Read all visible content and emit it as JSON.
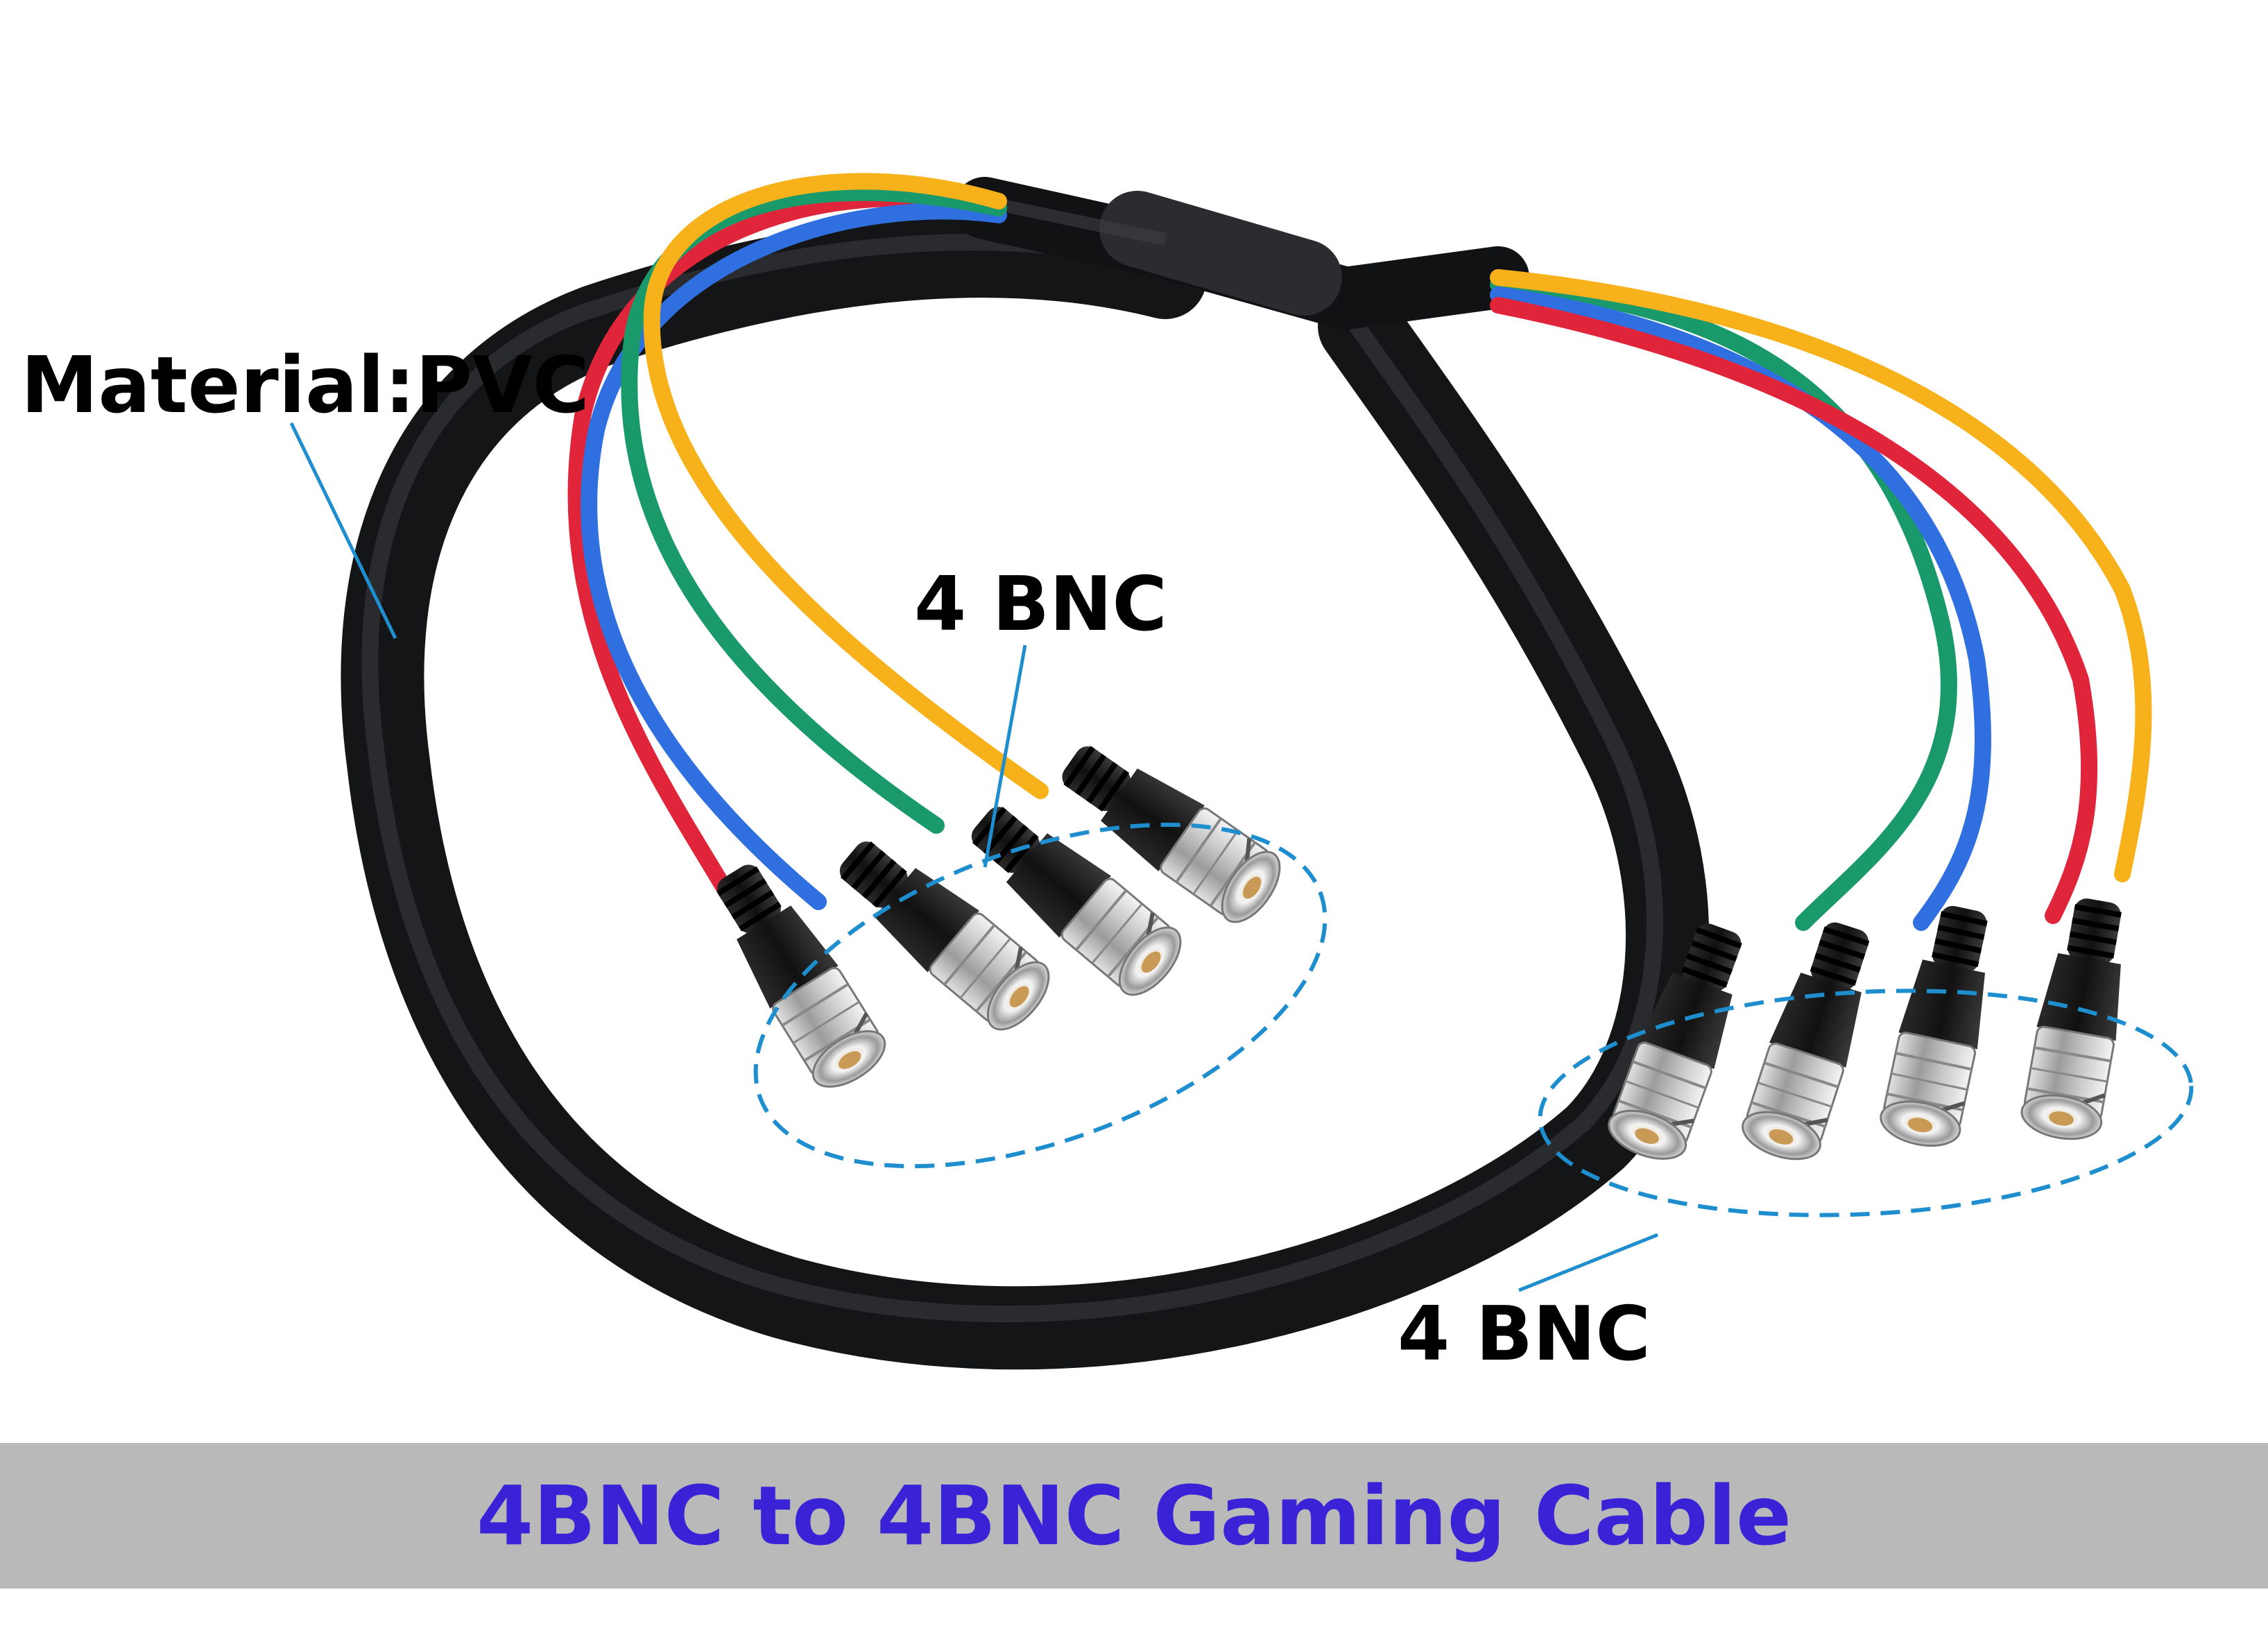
{
  "labels": {
    "material": "Material:PVC",
    "bnc_left": "4 BNC",
    "bnc_right": "4 BNC"
  },
  "caption": {
    "text": "4BNC to 4BNC Gaming Cable",
    "color": "#3a22d6",
    "background": "#b9b9b9"
  },
  "colors": {
    "cable_jacket": "#1a1c1f",
    "wire_red": "#e0243a",
    "wire_blue": "#2f6fe0",
    "wire_green": "#1a9a6a",
    "wire_yellow": "#f7b21b",
    "callout": "#1e8ecf"
  }
}
